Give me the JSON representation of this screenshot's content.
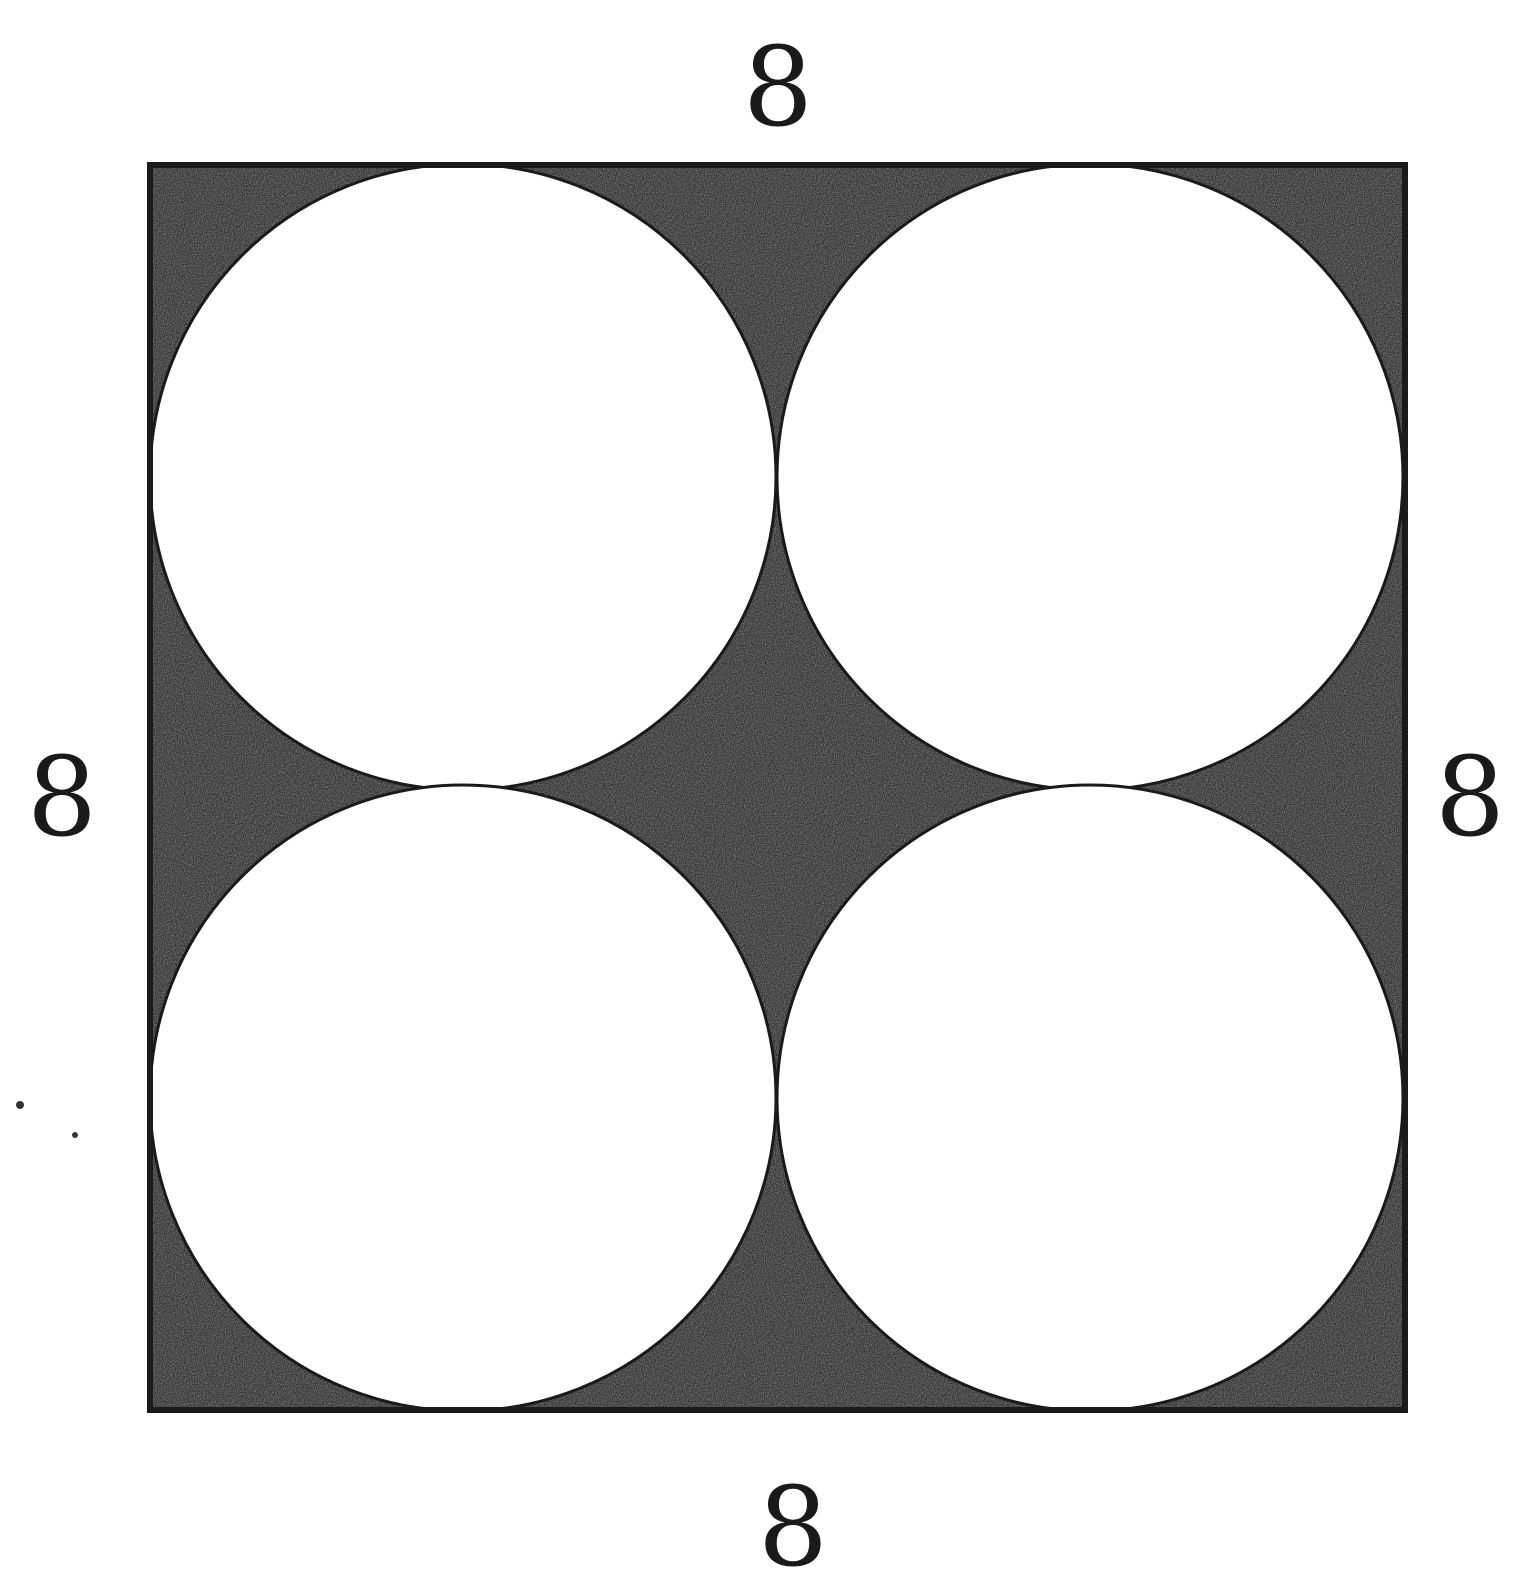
{
  "diagram": {
    "labels": {
      "top": "8",
      "bottom": "8",
      "left": "8",
      "right": "8"
    },
    "square": {
      "side": 8,
      "grid": "2x2"
    },
    "circles": {
      "count": 4,
      "diameter": 4
    },
    "colors": {
      "shade": "#2b2b2b",
      "stroke": "#1a1a1a",
      "circle_fill": "#ffffff"
    }
  }
}
